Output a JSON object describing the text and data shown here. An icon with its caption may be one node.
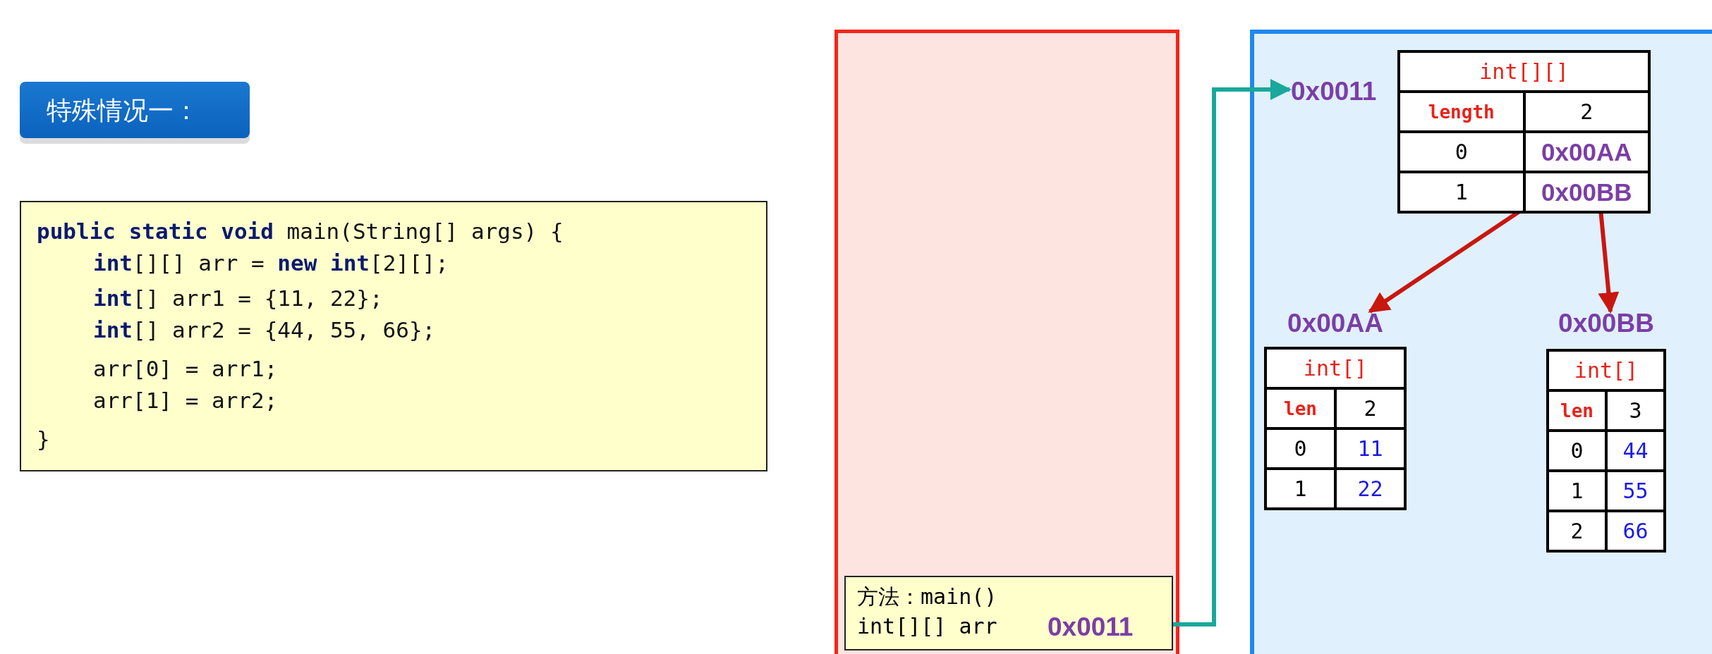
{
  "diagram": {
    "nodes": [
      {
        "text": [
          "特殊情况一："
        ]
      },
      {
        "text": [
          "**public static void** main(String[] args) {",
          "**int**[][] arr = **new int**[2][];",
          "**int**[] arr1 = {11, 22};",
          "**int**[] arr2 = {44, 55, 66};",
          "arr[0] = arr1;",
          "arr[1] = arr2;",
          "}"
        ]
      },
      {
        "text": [],
        "shape": "box"
      },
      {
        "text": [
          "方法：main()",
          "int[][] arr",
          "0x0011"
        ],
        "in": 2
      },
      {
        "text": [],
        "shape": "box"
      },
      {
        "text": [
          "int[][]",
          "length",
          "2",
          "0",
          "0x00AA",
          "1",
          "0x00BB"
        ],
        "beside": [
          "0x0011"
        ],
        "in": 4
      },
      {
        "text": [
          "int[]",
          "len",
          "2",
          "0",
          "11",
          "1",
          "22"
        ],
        "beside": [
          "0x00AA"
        ],
        "in": 4
      },
      {
        "text": [
          "int[]",
          "len",
          "3",
          "0",
          "44",
          "1",
          "55",
          "2",
          "66"
        ],
        "beside": [
          "0x00BB"
        ],
        "in": 4
      }
    ],
    "edges": [
      {
        "from": 3,
        "to": 5,
        "arrow": "to",
        "color": "#19a89b"
      },
      {
        "from": 5,
        "to": 6,
        "arrow": "to"
      },
      {
        "from": 5,
        "to": 7,
        "arrow": "to"
      }
    ]
  }
}
